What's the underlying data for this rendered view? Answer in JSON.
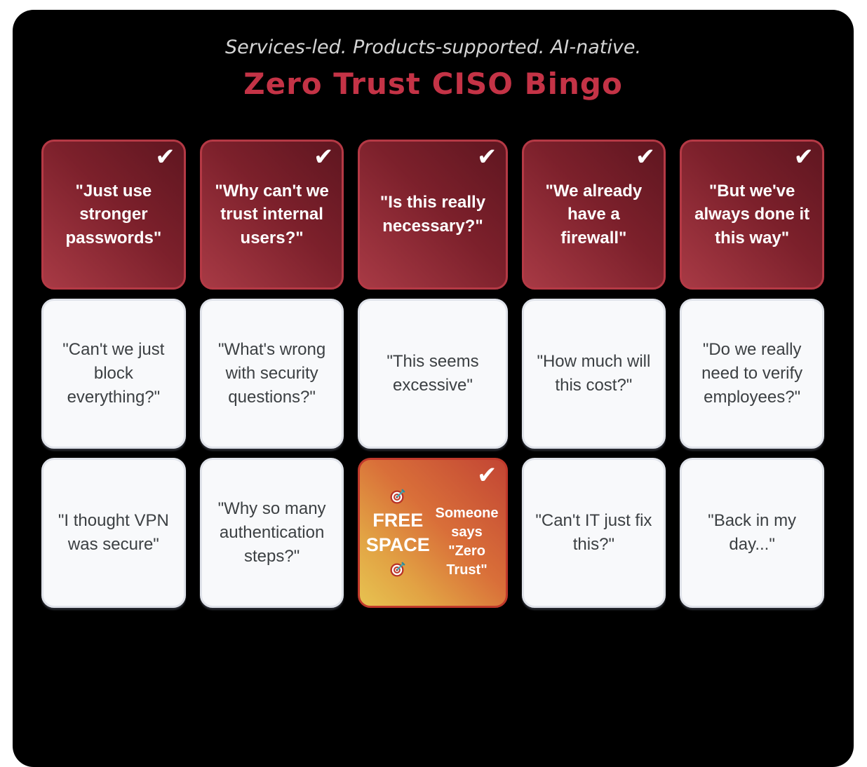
{
  "header": {
    "tagline": "Services-led. Products-supported. AI-native.",
    "title": "Zero Trust CISO Bingo"
  },
  "icons": {
    "check_glyph": "✔",
    "target_icon": "dartboard-with-dart"
  },
  "colors": {
    "page_background": "#ffffff",
    "card_background": "#000000",
    "title_red": "#c43346",
    "tagline_gray": "#d4d4d4",
    "marked_cell_dark": "#5f1620",
    "marked_cell_light": "#a83a45",
    "marked_cell_border": "#b53945",
    "plain_cell_background": "#f8f9fb",
    "plain_cell_border": "#e0e3ea",
    "plain_cell_text": "#3c4043",
    "free_space_red": "#c24534",
    "free_space_orange": "#d96f39",
    "free_space_yellow": "#e7c351"
  },
  "board": {
    "free_space": {
      "label": "FREE SPACE",
      "caption": "Someone says \"Zero Trust\"",
      "marked": true
    },
    "rows": [
      {
        "cells": [
          {
            "text": "\"Just use stronger passwords\"",
            "marked": true
          },
          {
            "text": "\"Why can't we trust internal users?\"",
            "marked": true
          },
          {
            "text": "\"Is this really necessary?\"",
            "marked": true
          },
          {
            "text": "\"We already have a firewall\"",
            "marked": true
          },
          {
            "text": "\"But we've always done it this way\"",
            "marked": true
          }
        ]
      },
      {
        "cells": [
          {
            "text": "\"Can't we just block everything?\"",
            "marked": false
          },
          {
            "text": "\"What's wrong with security questions?\"",
            "marked": false
          },
          {
            "text": "\"This seems excessive\"",
            "marked": false
          },
          {
            "text": "\"How much will this cost?\"",
            "marked": false
          },
          {
            "text": "\"Do we really need to verify employees?\"",
            "marked": false
          }
        ]
      },
      {
        "cells": [
          {
            "text": "\"I thought VPN was secure\"",
            "marked": false
          },
          {
            "text": "\"Why so many authentication steps?\"",
            "marked": false
          },
          {
            "text": "FREE SPACE",
            "marked": true
          },
          {
            "text": "\"Can't IT just fix this?\"",
            "marked": false
          },
          {
            "text": "\"Back in my day...\"",
            "marked": false
          }
        ]
      }
    ]
  }
}
